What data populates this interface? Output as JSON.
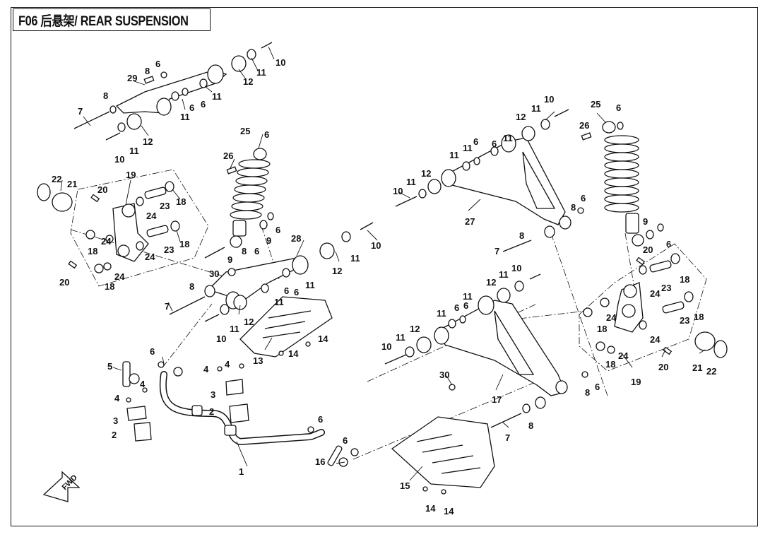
{
  "title": "F06 后悬架/ REAR SUSPENSION",
  "fwd_label": "FWD",
  "callouts": {
    "c1": "1",
    "c2a": "2",
    "c2b": "2",
    "c3a": "3",
    "c3b": "3",
    "c4a": "4",
    "c4b": "4",
    "c4c": "4",
    "c5": "5",
    "c6a": "6",
    "c6b": "6",
    "c6c": "6",
    "c6d": "6",
    "c6e": "6",
    "c6f": "6",
    "c6g": "6",
    "c6h": "6",
    "c6i": "6",
    "c6j": "6",
    "c6k": "6",
    "c6l": "6",
    "c6m": "6",
    "c6n": "6",
    "c6o": "6",
    "c6p": "6",
    "c6q": "6",
    "c6r": "6",
    "c7a": "7",
    "c7b": "7",
    "c7c": "7",
    "c7d": "7",
    "c8a": "8",
    "c8b": "8",
    "c8c": "8",
    "c8d": "8",
    "c8e": "8",
    "c8f": "8",
    "c8g": "8",
    "c9a": "9",
    "c9b": "9",
    "c9c": "9",
    "c10a": "10",
    "c10b": "10",
    "c10c": "10",
    "c10d": "10",
    "c10e": "10",
    "c10f": "10",
    "c10g": "10",
    "c10h": "10",
    "c11a": "11",
    "c11b": "11",
    "c11c": "11",
    "c11d": "11",
    "c11e": "11",
    "c11f": "11",
    "c11g": "11",
    "c11h": "11",
    "c11i": "11",
    "c11j": "11",
    "c11k": "11",
    "c11l": "11",
    "c11m": "11",
    "c11n": "11",
    "c11o": "11",
    "c11p": "11",
    "c11q": "11",
    "c11r": "11",
    "c12a": "12",
    "c12b": "12",
    "c12c": "12",
    "c12d": "12",
    "c12e": "12",
    "c12f": "12",
    "c12g": "12",
    "c12h": "12",
    "c13": "13",
    "c14a": "14",
    "c14b": "14",
    "c14c": "14",
    "c14d": "14",
    "c15": "15",
    "c16": "16",
    "c17": "17",
    "c18a": "18",
    "c18b": "18",
    "c18c": "18",
    "c18d": "18",
    "c18e": "18",
    "c18f": "18",
    "c18g": "18",
    "c18h": "18",
    "c19a": "19",
    "c19b": "19",
    "c20a": "20",
    "c20b": "20",
    "c20c": "20",
    "c20d": "20",
    "c21a": "21",
    "c21b": "21",
    "c22a": "22",
    "c22b": "22",
    "c23a": "23",
    "c23b": "23",
    "c23c": "23",
    "c23d": "23",
    "c24a": "24",
    "c24b": "24",
    "c24c": "24",
    "c24d": "24",
    "c24e": "24",
    "c24f": "24",
    "c25a": "25",
    "c25b": "25",
    "c26a": "26",
    "c26b": "26",
    "c27": "27",
    "c28": "28",
    "c29": "29",
    "c30a": "30",
    "c30b": "30"
  }
}
